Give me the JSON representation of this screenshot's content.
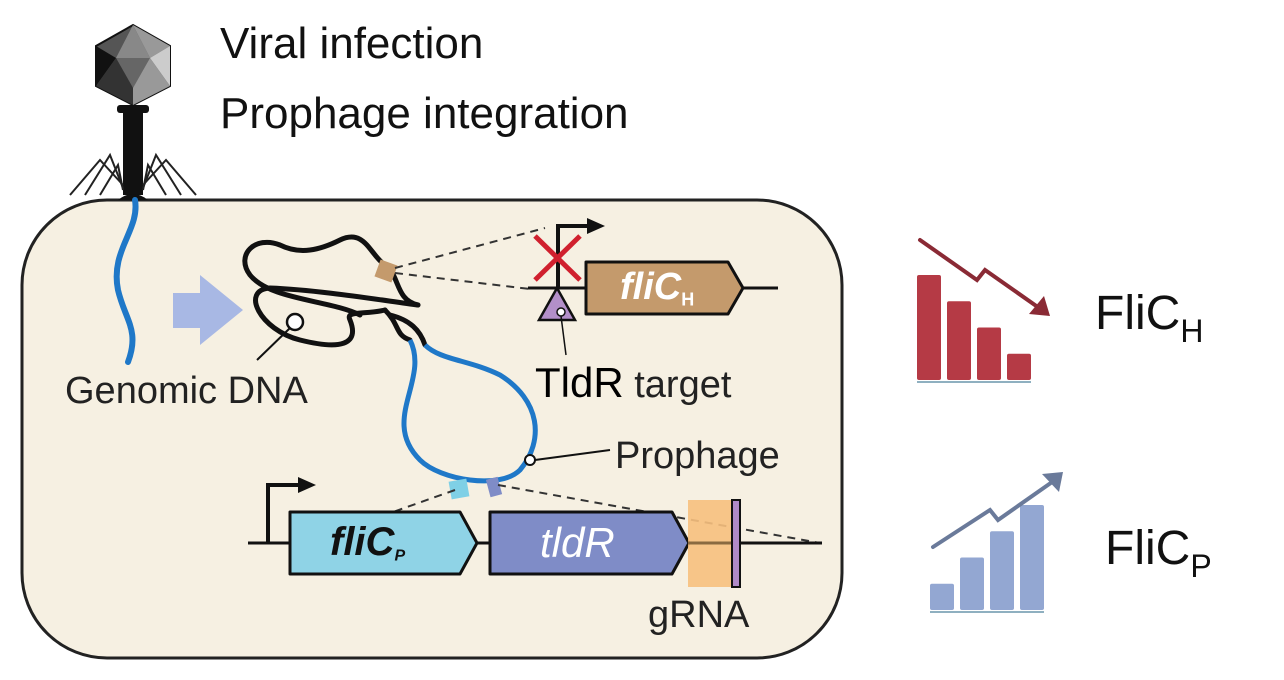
{
  "header": {
    "line1": "Viral infection",
    "line2": "Prophage integration"
  },
  "labels": {
    "genomic_dna": "Genomic DNA",
    "tldr_target_bold": "TldR",
    "tldr_target_rest": " target",
    "prophage": "Prophage",
    "grna": "gRNA"
  },
  "genes": {
    "flic_h": {
      "name": "fliC",
      "sub": "H",
      "color": "#c49a6c"
    },
    "flic_p": {
      "name": "fliC",
      "sub": "P",
      "color": "#8fd3e6"
    },
    "tldr": {
      "name": "tldR",
      "color": "#7f8cc7"
    }
  },
  "outcomes": {
    "down": {
      "label": "FliC",
      "sub": "H",
      "trend": "decrease",
      "color": "#b53a45",
      "bars": [
        4,
        3,
        2,
        1
      ]
    },
    "up": {
      "label": "FliC",
      "sub": "P",
      "trend": "increase",
      "color": "#93a7d2",
      "bars": [
        1,
        2,
        3,
        4
      ]
    }
  },
  "colors": {
    "cell_fill": "#f6f0e2",
    "dna_blue": "#1f78c8",
    "arrow_blue": "#a8b8e4",
    "x_red": "#d0202e",
    "triangle_purple": "#b38fc9",
    "grna_orange": "#f7c07e",
    "grna_bar": "#b08ac8"
  }
}
